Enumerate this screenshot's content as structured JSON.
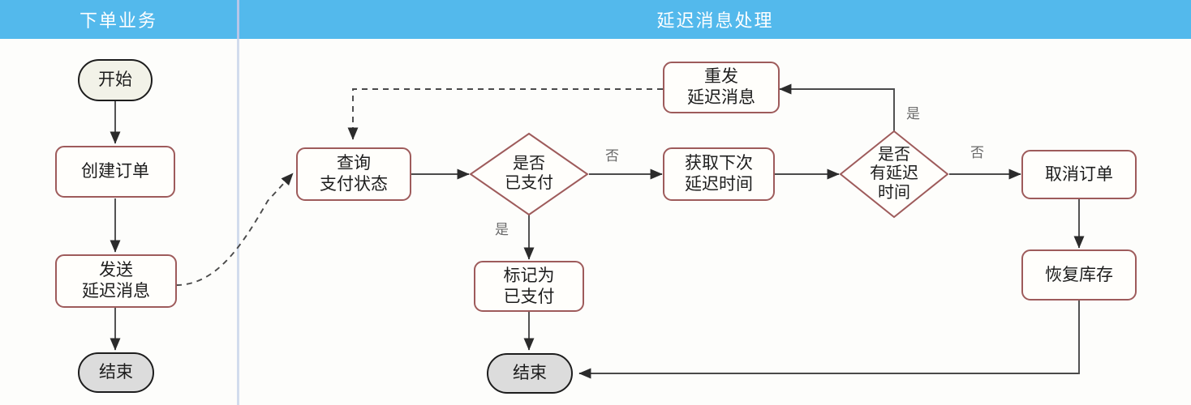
{
  "diagram": {
    "title_left": "下单业务",
    "title_right": "延迟消息处理",
    "type": "flowchart",
    "lanes": [
      {
        "id": "lane-order",
        "label": "下单业务"
      },
      {
        "id": "lane-delay",
        "label": "延迟消息处理"
      }
    ],
    "colors": {
      "band": "#53b9ec",
      "band_text": "#ffffff",
      "process_border": "#9e5b5b",
      "process_fill": "#fffefb",
      "terminal_start_fill": "#f2f2e8",
      "terminal_end_fill": "#dcdcdc",
      "terminal_border": "#1d1d1d",
      "edge": "#4a4a4a",
      "edge_label": "#6a6a6a",
      "background": "#fdfdfb",
      "divider": "#d2dced"
    },
    "nodes": [
      {
        "id": "start",
        "label": "开始",
        "shape": "terminal",
        "lane": "lane-order"
      },
      {
        "id": "create",
        "label": "创建订单",
        "shape": "process",
        "lane": "lane-order"
      },
      {
        "id": "send",
        "label": "发送\n延迟消息",
        "shape": "process",
        "lane": "lane-order"
      },
      {
        "id": "end-left",
        "label": "结束",
        "shape": "terminal",
        "lane": "lane-order"
      },
      {
        "id": "query",
        "label": "查询\n支付状态",
        "shape": "process",
        "lane": "lane-delay"
      },
      {
        "id": "paid",
        "label": "是否\n已支付",
        "shape": "decision",
        "lane": "lane-delay"
      },
      {
        "id": "resend",
        "label": "重发\n延迟消息",
        "shape": "process",
        "lane": "lane-delay"
      },
      {
        "id": "next-delay",
        "label": "获取下次\n延迟时间",
        "shape": "process",
        "lane": "lane-delay"
      },
      {
        "id": "has-delay",
        "label": "是否\n有延迟\n时间",
        "shape": "decision",
        "lane": "lane-delay"
      },
      {
        "id": "cancel",
        "label": "取消订单",
        "shape": "process",
        "lane": "lane-delay"
      },
      {
        "id": "restore",
        "label": "恢复库存",
        "shape": "process",
        "lane": "lane-delay"
      },
      {
        "id": "mark-paid",
        "label": "标记为\n已支付",
        "shape": "process",
        "lane": "lane-delay"
      },
      {
        "id": "end-right",
        "label": "结束",
        "shape": "terminal",
        "lane": "lane-delay"
      }
    ],
    "edge_labels": {
      "paid_no": "否",
      "paid_yes": "是",
      "has_delay_yes": "是",
      "has_delay_no": "否"
    },
    "edges": [
      {
        "from": "start",
        "to": "create",
        "label": "",
        "style": "solid"
      },
      {
        "from": "create",
        "to": "send",
        "label": "",
        "style": "solid"
      },
      {
        "from": "send",
        "to": "end-left",
        "label": "",
        "style": "solid"
      },
      {
        "from": "send",
        "to": "query",
        "label": "",
        "style": "dashed"
      },
      {
        "from": "query",
        "to": "paid",
        "label": "",
        "style": "solid"
      },
      {
        "from": "paid",
        "to": "next-delay",
        "label": "否",
        "style": "solid"
      },
      {
        "from": "paid",
        "to": "mark-paid",
        "label": "是",
        "style": "solid"
      },
      {
        "from": "next-delay",
        "to": "has-delay",
        "label": "",
        "style": "solid"
      },
      {
        "from": "has-delay",
        "to": "resend",
        "label": "是",
        "style": "solid"
      },
      {
        "from": "has-delay",
        "to": "cancel",
        "label": "否",
        "style": "solid"
      },
      {
        "from": "resend",
        "to": "query",
        "label": "",
        "style": "dashed"
      },
      {
        "from": "cancel",
        "to": "restore",
        "label": "",
        "style": "solid"
      },
      {
        "from": "restore",
        "to": "end-right",
        "label": "",
        "style": "solid"
      },
      {
        "from": "mark-paid",
        "to": "end-right",
        "label": "",
        "style": "solid"
      }
    ]
  }
}
